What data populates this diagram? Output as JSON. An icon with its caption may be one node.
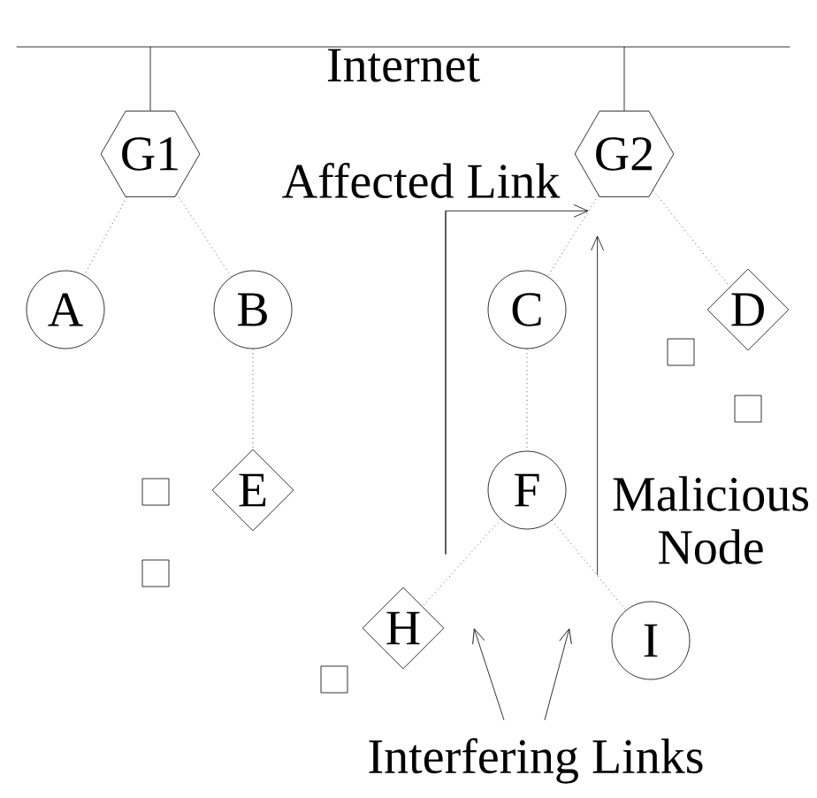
{
  "diagram": {
    "nodes": [
      {
        "text": [
          "Internet"
        ]
      },
      {
        "text": [
          "G1"
        ]
      },
      {
        "text": [
          "G2"
        ]
      },
      {
        "text": [
          "A"
        ]
      },
      {
        "text": [
          "B"
        ]
      },
      {
        "text": [
          "C"
        ]
      },
      {
        "text": [
          "D"
        ]
      },
      {
        "text": [
          "E"
        ]
      },
      {
        "text": [
          "F"
        ]
      },
      {
        "text": [
          "H"
        ]
      },
      {
        "text": [
          "I"
        ]
      },
      {
        "text": [
          "Affected Link"
        ]
      },
      {
        "text": [
          "Malicious Node"
        ]
      },
      {
        "text": [
          "Interfering Links"
        ]
      },
      {
        "text": [],
        "shape": "box"
      },
      {
        "text": [],
        "shape": "box"
      },
      {
        "text": [],
        "shape": "box"
      },
      {
        "text": [],
        "shape": "box"
      },
      {
        "text": [],
        "shape": "box"
      }
    ],
    "edges": [
      {
        "from": 0,
        "to": 1,
        "arrow": "none"
      },
      {
        "from": 0,
        "to": 2,
        "arrow": "none"
      },
      {
        "from": 1,
        "to": 3,
        "arrow": "none",
        "style": "dashed"
      },
      {
        "from": 1,
        "to": 4,
        "arrow": "none",
        "style": "dashed"
      },
      {
        "from": 4,
        "to": 7,
        "arrow": "none",
        "style": "dashed"
      },
      {
        "from": 2,
        "to": 5,
        "arrow": "none",
        "style": "dashed"
      },
      {
        "from": 2,
        "to": 6,
        "arrow": "none",
        "style": "dashed"
      },
      {
        "from": 5,
        "to": 8,
        "arrow": "none",
        "style": "dashed"
      },
      {
        "from": 8,
        "to": 9,
        "arrow": "none",
        "style": "dashed"
      },
      {
        "from": 8,
        "to": 10,
        "arrow": "none",
        "style": "dashed"
      },
      {
        "from": 11,
        "to": null,
        "arrow": "to"
      },
      {
        "from": 12,
        "to": null,
        "arrow": "to"
      },
      {
        "from": 13,
        "to": null,
        "arrow": "to"
      },
      {
        "from": 13,
        "to": null,
        "arrow": "to"
      }
    ]
  }
}
